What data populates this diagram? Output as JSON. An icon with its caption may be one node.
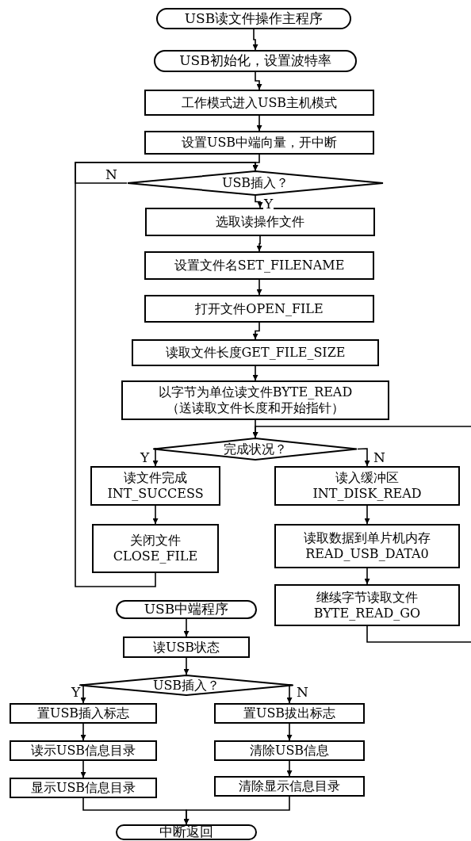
{
  "diagram": {
    "nodes": [
      {
        "text": [
          "USB读文件操作主程序"
        ]
      },
      {
        "text": [
          "USB初始化，设置波特率"
        ]
      },
      {
        "text": [
          "工作模式进入USB主机模式"
        ]
      },
      {
        "text": [
          "设置USB中端向量，开中断"
        ]
      },
      {
        "text": [
          "USB插入？"
        ]
      },
      {
        "text": [
          "选取读操作文件"
        ]
      },
      {
        "text": [
          "设置文件名SET_FILENAME"
        ]
      },
      {
        "text": [
          "打开文件OPEN_FILE"
        ]
      },
      {
        "text": [
          "读取文件长度GET_FILE_SIZE"
        ]
      },
      {
        "text": [
          "以字节为单位读文件BYTE_READ",
          "（送读取文件长度和开始指针）"
        ]
      },
      {
        "text": [
          "完成状况？"
        ]
      },
      {
        "text": [
          "读文件完成",
          "INT_SUCCESS"
        ]
      },
      {
        "text": [
          "读入缓冲区",
          "INT_DISK_READ"
        ]
      },
      {
        "text": [
          "关闭文件",
          "CLOSE_FILE"
        ]
      },
      {
        "text": [
          "读取数据到单片机内存",
          "READ_USB_DATA0"
        ]
      },
      {
        "text": [
          "继续字节读取文件",
          "BYTE_READ_GO"
        ]
      },
      {
        "text": [
          "USB中端程序"
        ]
      },
      {
        "text": [
          "读USB状态"
        ]
      },
      {
        "text": [
          "USB插入？"
        ]
      },
      {
        "text": [
          "置USB插入标志"
        ]
      },
      {
        "text": [
          "置USB拔出标志"
        ]
      },
      {
        "text": [
          "读示USB信息目录"
        ]
      },
      {
        "text": [
          "清除USB信息"
        ]
      },
      {
        "text": [
          "显示USB信息目录"
        ]
      },
      {
        "text": [
          "清除显示信息目录"
        ]
      },
      {
        "text": [
          "中断返回"
        ]
      }
    ],
    "edges": [
      {
        "from": 0,
        "to": 1,
        "arrow": "to"
      },
      {
        "from": 1,
        "to": 2,
        "arrow": "to"
      },
      {
        "from": 2,
        "to": 3,
        "arrow": "to"
      },
      {
        "from": 3,
        "to": 4,
        "arrow": "to"
      },
      {
        "from": 4,
        "to": 5,
        "arrow": "to",
        "label": "Y"
      },
      {
        "from": 4,
        "to": 4,
        "arrow": "to",
        "label": "N"
      },
      {
        "from": 5,
        "to": 6,
        "arrow": "to"
      },
      {
        "from": 6,
        "to": 7,
        "arrow": "to"
      },
      {
        "from": 7,
        "to": 8,
        "arrow": "to"
      },
      {
        "from": 8,
        "to": 9,
        "arrow": "to"
      },
      {
        "from": 9,
        "to": 10,
        "arrow": "to"
      },
      {
        "from": 10,
        "to": 11,
        "arrow": "to",
        "label": "Y"
      },
      {
        "from": 10,
        "to": 12,
        "arrow": "to",
        "label": "N"
      },
      {
        "from": 11,
        "to": 13,
        "arrow": "to"
      },
      {
        "from": 13,
        "to": 4,
        "arrow": "to"
      },
      {
        "from": 12,
        "to": 14,
        "arrow": "to"
      },
      {
        "from": 14,
        "to": 15,
        "arrow": "to"
      },
      {
        "from": 15,
        "to": 10,
        "arrow": "to"
      },
      {
        "from": 16,
        "to": 17,
        "arrow": "to"
      },
      {
        "from": 17,
        "to": 18,
        "arrow": "to"
      },
      {
        "from": 18,
        "to": 19,
        "arrow": "to",
        "label": "Y"
      },
      {
        "from": 18,
        "to": 20,
        "arrow": "to",
        "label": "N"
      },
      {
        "from": 19,
        "to": 21,
        "arrow": "to"
      },
      {
        "from": 21,
        "to": 23,
        "arrow": "to"
      },
      {
        "from": 20,
        "to": 22,
        "arrow": "to"
      },
      {
        "from": 22,
        "to": 24,
        "arrow": "to"
      },
      {
        "from": 23,
        "to": 25,
        "arrow": "to"
      },
      {
        "from": 24,
        "to": 25,
        "arrow": "to"
      }
    ]
  }
}
